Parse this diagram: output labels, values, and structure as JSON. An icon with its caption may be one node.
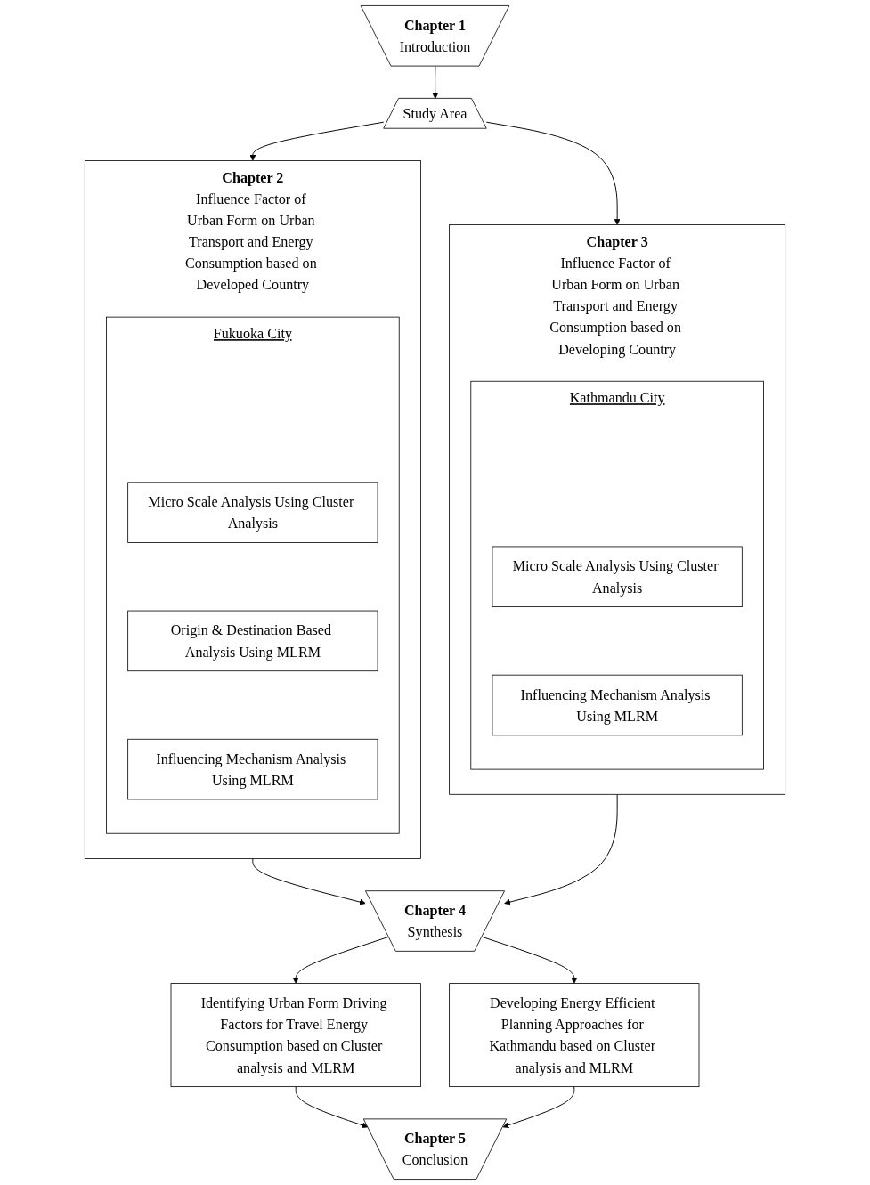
{
  "diagram": {
    "nodes": [
      {
        "text": [
          "Chapter 1",
          "Introduction"
        ]
      },
      {
        "text": [
          "Study Area"
        ]
      },
      {
        "text": [
          "Chapter 2",
          "Influence Factor of Urban Form on Urban Transport and Energy Consumption based on Developed Country"
        ]
      },
      {
        "text": [
          "Fukuoka City"
        ],
        "in": 2
      },
      {
        "text": [
          "Micro Scale Analysis Using Cluster Analysis"
        ],
        "in": 3
      },
      {
        "text": [
          "Origin & Destination Based Analysis Using MLRM"
        ],
        "in": 3
      },
      {
        "text": [
          "Influencing Mechanism Analysis Using MLRM"
        ],
        "in": 3
      },
      {
        "text": [
          "Chapter 3",
          "Influence Factor of Urban Form on Urban Transport and Energy Consumption based on Developing Country"
        ]
      },
      {
        "text": [
          "Kathmandu City"
        ],
        "in": 7
      },
      {
        "text": [
          "Micro Scale Analysis Using Cluster Analysis"
        ],
        "in": 8
      },
      {
        "text": [
          "Influencing Mechanism Analysis Using MLRM"
        ],
        "in": 8
      },
      {
        "text": [
          "Chapter 4",
          "Synthesis"
        ]
      },
      {
        "text": [
          "Identifying Urban Form Driving Factors for Travel Energy Consumption based on Cluster analysis and MLRM"
        ]
      },
      {
        "text": [
          "Developing Energy Efficient Planning Approaches for Kathmandu based on Cluster analysis and MLRM"
        ]
      },
      {
        "text": [
          "Chapter 5",
          "Conclusion"
        ]
      }
    ],
    "edges": [
      {
        "from": 0,
        "to": 1,
        "arrow": "to"
      },
      {
        "from": 1,
        "to": 2,
        "arrow": "to"
      },
      {
        "from": 1,
        "to": 7,
        "arrow": "to"
      },
      {
        "from": 2,
        "to": 11,
        "arrow": "to"
      },
      {
        "from": 7,
        "to": 11,
        "arrow": "to"
      },
      {
        "from": 11,
        "to": 12,
        "arrow": "to"
      },
      {
        "from": 11,
        "to": 13,
        "arrow": "to"
      },
      {
        "from": 12,
        "to": 14,
        "arrow": "to"
      },
      {
        "from": 13,
        "to": 14,
        "arrow": "to"
      }
    ]
  }
}
